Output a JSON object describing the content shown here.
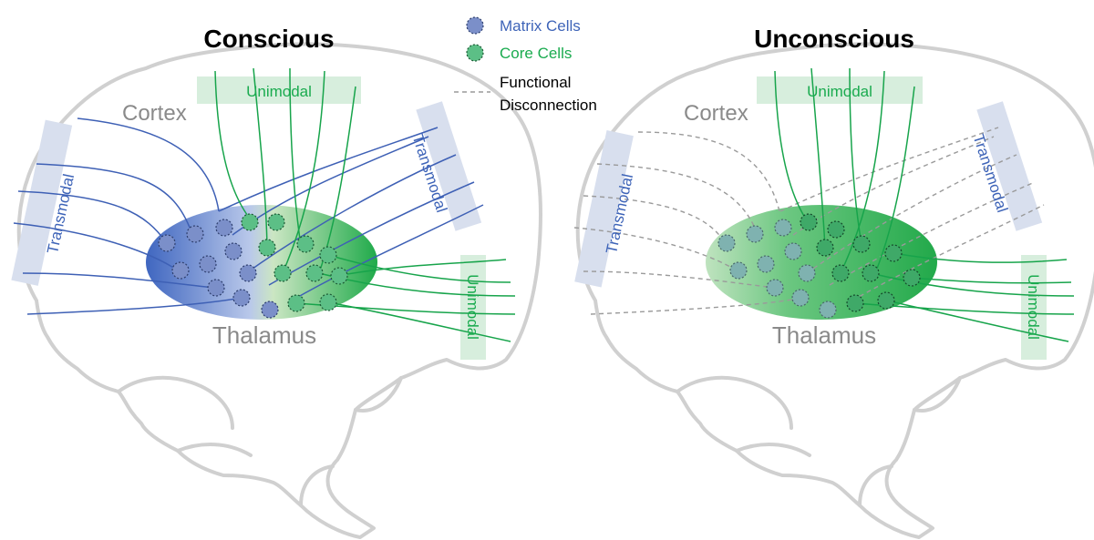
{
  "legend": {
    "matrix_label": "Matrix Cells",
    "core_label": "Core Cells",
    "disconnect_line1": "Functional",
    "disconnect_line2": "Disconnection"
  },
  "colors": {
    "matrix": "#3e64b8",
    "core": "#1aab4f",
    "matrix_cell_fill": "#7b8fc9",
    "core_cell_fill": "#5cbf86",
    "dashed": "#9a9a9a",
    "brain_outline": "#d0d0d0",
    "region_text": "#8a8a8a"
  },
  "panels": [
    {
      "title": "Conscious",
      "cortex_label": "Cortex",
      "thalamus_label": "Thalamus",
      "unimodal_top_label": "Unimodal",
      "unimodal_side_label": "Unimodal",
      "transmodal_left_label": "Transmodal",
      "transmodal_right_label": "Transmodal"
    },
    {
      "title": "Unconscious",
      "cortex_label": "Cortex",
      "thalamus_label": "Thalamus",
      "unimodal_top_label": "Unimodal",
      "unimodal_side_label": "Unimodal",
      "transmodal_left_label": "Transmodal",
      "transmodal_right_label": "Transmodal"
    }
  ]
}
